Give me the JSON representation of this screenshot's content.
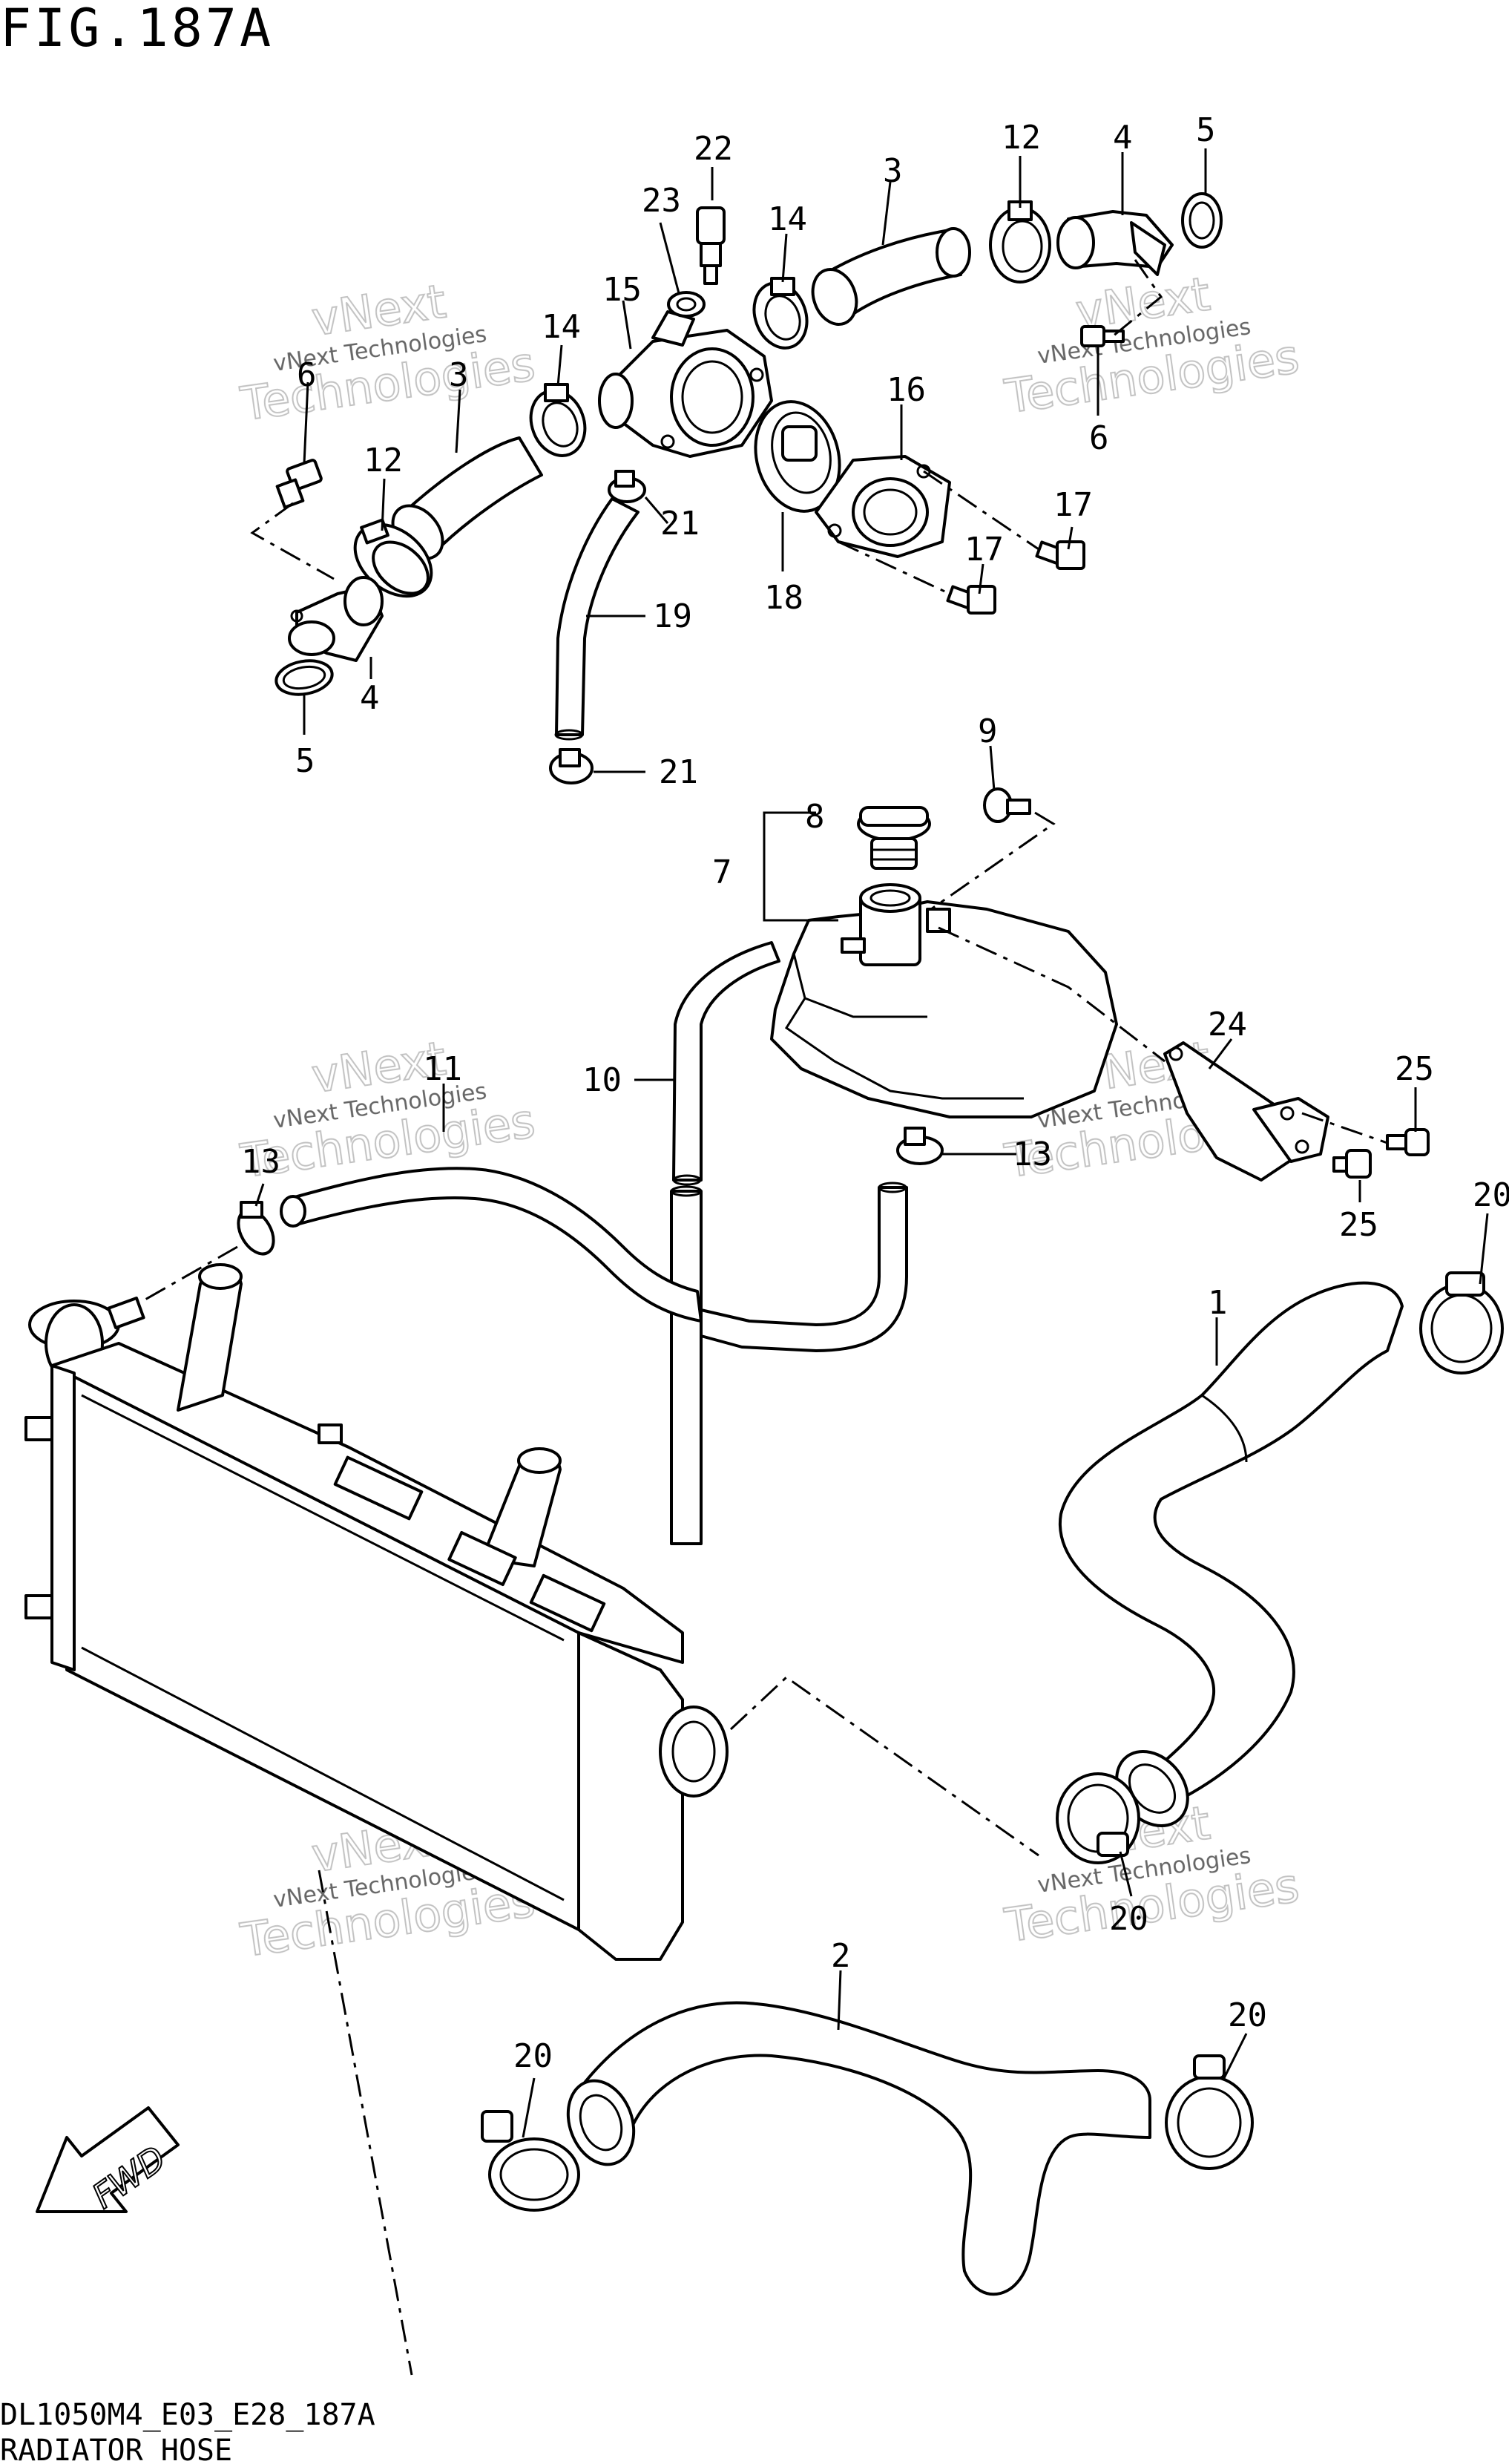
{
  "title": "FIG.187A",
  "footer": {
    "code": "DL1050M4_E03_E28_187A",
    "name": "RADIATOR HOSE"
  },
  "watermark": {
    "line1": "vNext Technologies",
    "line2": "Technologies",
    "line3": "vNext"
  },
  "fwd": "FWD",
  "callouts": [
    "1",
    "2",
    "3",
    "3",
    "4",
    "4",
    "5",
    "5",
    "6",
    "6",
    "7",
    "8",
    "9",
    "10",
    "11",
    "12",
    "12",
    "13",
    "13",
    "14",
    "14",
    "15",
    "16",
    "17",
    "17",
    "18",
    "19",
    "20",
    "20",
    "20",
    "20",
    "21",
    "21",
    "22",
    "23",
    "24",
    "25",
    "25"
  ]
}
